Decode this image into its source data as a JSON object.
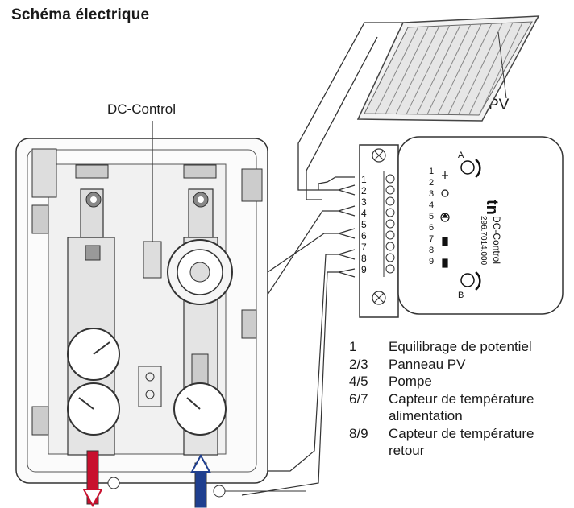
{
  "title": "Schéma électrique",
  "labels": {
    "dc_control": "DC-Control",
    "pv": "PV"
  },
  "controller": {
    "logo": "tn",
    "model": "DC-Control",
    "code": "296.7014.000",
    "sensor_a": "A",
    "sensor_b": "B",
    "terminals": [
      "1",
      "2",
      "3",
      "4",
      "5",
      "6",
      "7",
      "8",
      "9"
    ],
    "symbol_labels": [
      "1",
      "2",
      "3",
      "4",
      "5",
      "6",
      "7",
      "8",
      "9"
    ]
  },
  "legend": [
    {
      "num": "1",
      "text": "Equilibrage de potentiel"
    },
    {
      "num": "2/3",
      "text": "Panneau PV"
    },
    {
      "num": "4/5",
      "text": "Pompe"
    },
    {
      "num": "6/7",
      "text": "Capteur de température",
      "text2": "alimentation"
    },
    {
      "num": "8/9",
      "text": "Capteur de température",
      "text2": "retour"
    }
  ],
  "colors": {
    "supply": "#c8102e",
    "return": "#1f3f8f",
    "line": "#333333"
  }
}
